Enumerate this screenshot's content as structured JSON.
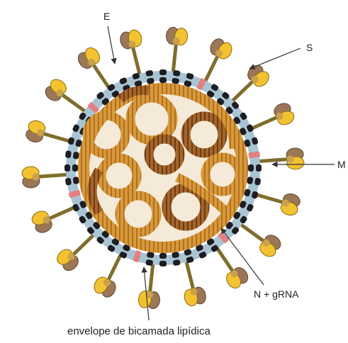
{
  "labels": {
    "e": "E",
    "s": "S",
    "m": "M",
    "n": "N + gRNA",
    "envelope": "envelope de bicamada lipídica"
  },
  "colors": {
    "spike_yellow": "#f2c230",
    "spike_brown": "#9b7757",
    "spike_stalk": "#7f6d2c",
    "m_protein": "#1d1d22",
    "e_protein": "#e58080",
    "lipid_blue": "#a9c4d2",
    "nucleocapsid_light": "#d89a3a",
    "nucleocapsid_dark": "#9a5a22",
    "interior": "#ffffff",
    "text": "#222222"
  }
}
